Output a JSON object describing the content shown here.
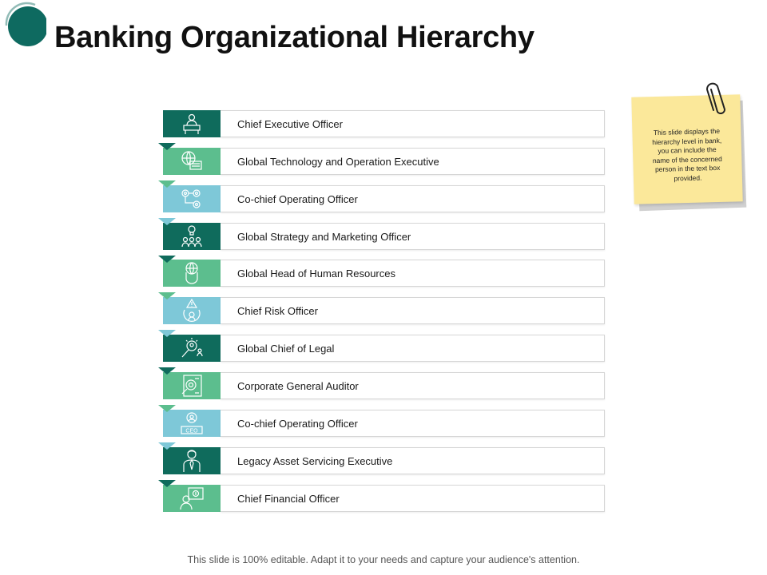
{
  "title": "Banking Organizational Hierarchy",
  "footer": "This slide is 100% editable. Adapt it to your needs and capture your audience's attention.",
  "note": {
    "text": "This slide displays the hierarchy level in bank, you can include the name of the concerned person in the text box provided."
  },
  "colors": {
    "dark_teal": "#0f6b5c",
    "green": "#5cbe8e",
    "light_blue": "#7ec8d8",
    "sticky": "#fbe89a",
    "logo": "#0e6a60"
  },
  "rows": [
    {
      "label": "Chief Executive Officer",
      "icon": "executive-desk-icon",
      "color": "#0f6b5c"
    },
    {
      "label": "Global Technology and Operation Executive",
      "icon": "globe-laptop-icon",
      "color": "#5cbe8e"
    },
    {
      "label": "Co-chief Operating Officer",
      "icon": "gears-icon",
      "color": "#7ec8d8"
    },
    {
      "label": "Global Strategy and Marketing Officer",
      "icon": "idea-team-icon",
      "color": "#0f6b5c"
    },
    {
      "label": "Global Head of Human  Resources",
      "icon": "globe-hand-icon",
      "color": "#5cbe8e"
    },
    {
      "label": "Chief Risk Officer",
      "icon": "risk-warning-icon",
      "color": "#7ec8d8"
    },
    {
      "label": "Global Chief of Legal",
      "icon": "legal-search-icon",
      "color": "#0f6b5c"
    },
    {
      "label": "Corporate General Auditor",
      "icon": "audit-report-icon",
      "color": "#5cbe8e"
    },
    {
      "label": "Co-chief Operating Officer",
      "icon": "ceo-badge-icon",
      "color": "#7ec8d8",
      "icon_text": "CEO"
    },
    {
      "label": "Legacy Asset Servicing Executive",
      "icon": "businessman-icon",
      "color": "#0f6b5c"
    },
    {
      "label": "Chief Financial Officer",
      "icon": "finance-person-icon",
      "color": "#5cbe8e"
    }
  ]
}
